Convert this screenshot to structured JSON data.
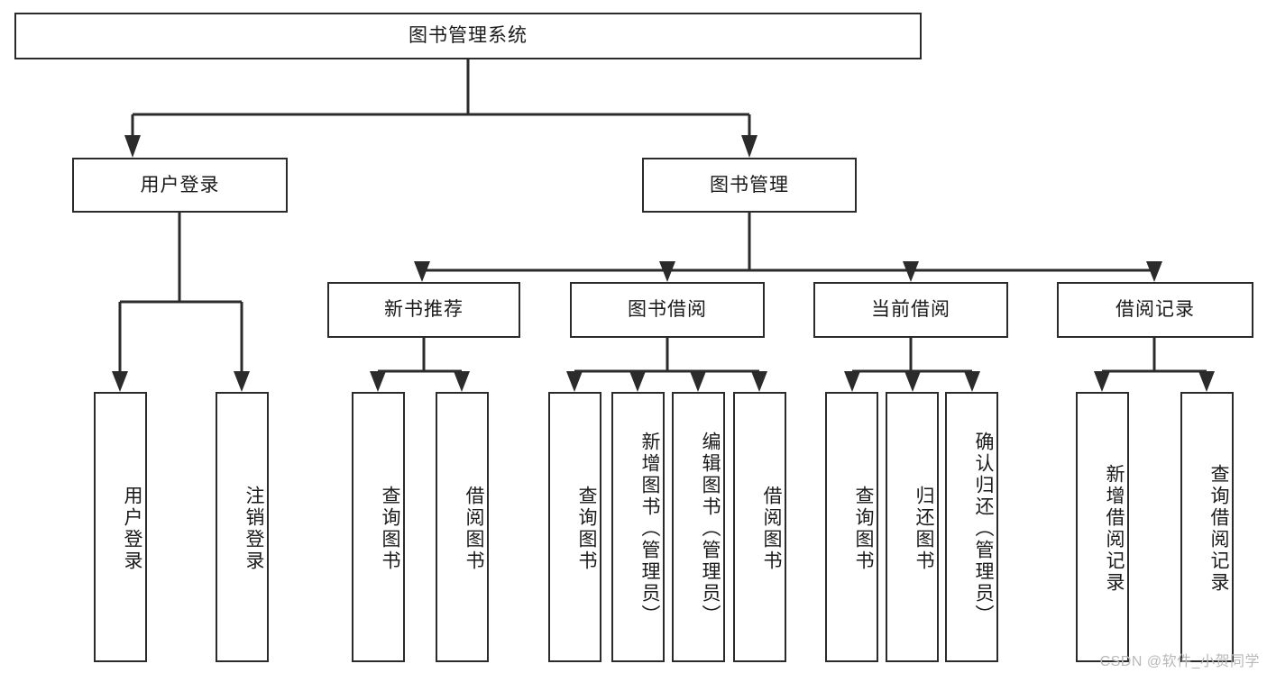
{
  "diagram": {
    "title": "图书管理系统",
    "type": "tree-hierarchy-chart",
    "root": {
      "label": "图书管理系统"
    },
    "level1": [
      {
        "label": "用户登录"
      },
      {
        "label": "图书管理"
      }
    ],
    "level2": [
      {
        "label": "新书推荐"
      },
      {
        "label": "图书借阅"
      },
      {
        "label": "当前借阅"
      },
      {
        "label": "借阅记录"
      }
    ],
    "leaves": {
      "user_login": [
        {
          "label": "用户登录"
        },
        {
          "label": "注销登录"
        }
      ],
      "new_book": [
        {
          "label": "查询图书"
        },
        {
          "label": "借阅图书"
        }
      ],
      "book_borrow": [
        {
          "label": "查询图书"
        },
        {
          "label": "新增图书（管理员）"
        },
        {
          "label": "编辑图书（管理员）"
        },
        {
          "label": "借阅图书"
        }
      ],
      "current_borrow": [
        {
          "label": "查询图书"
        },
        {
          "label": "归还图书"
        },
        {
          "label": "确认归还（管理员）"
        }
      ],
      "borrow_record": [
        {
          "label": "新增借阅记录"
        },
        {
          "label": "查询借阅记录"
        }
      ]
    }
  },
  "watermark": {
    "text": "CSDN @软件_小贺同学"
  },
  "colors": {
    "stroke": "#2b2b2b",
    "fill": "#ffffff",
    "text": "#1a1a1a",
    "watermark": "#b9b9b9"
  }
}
